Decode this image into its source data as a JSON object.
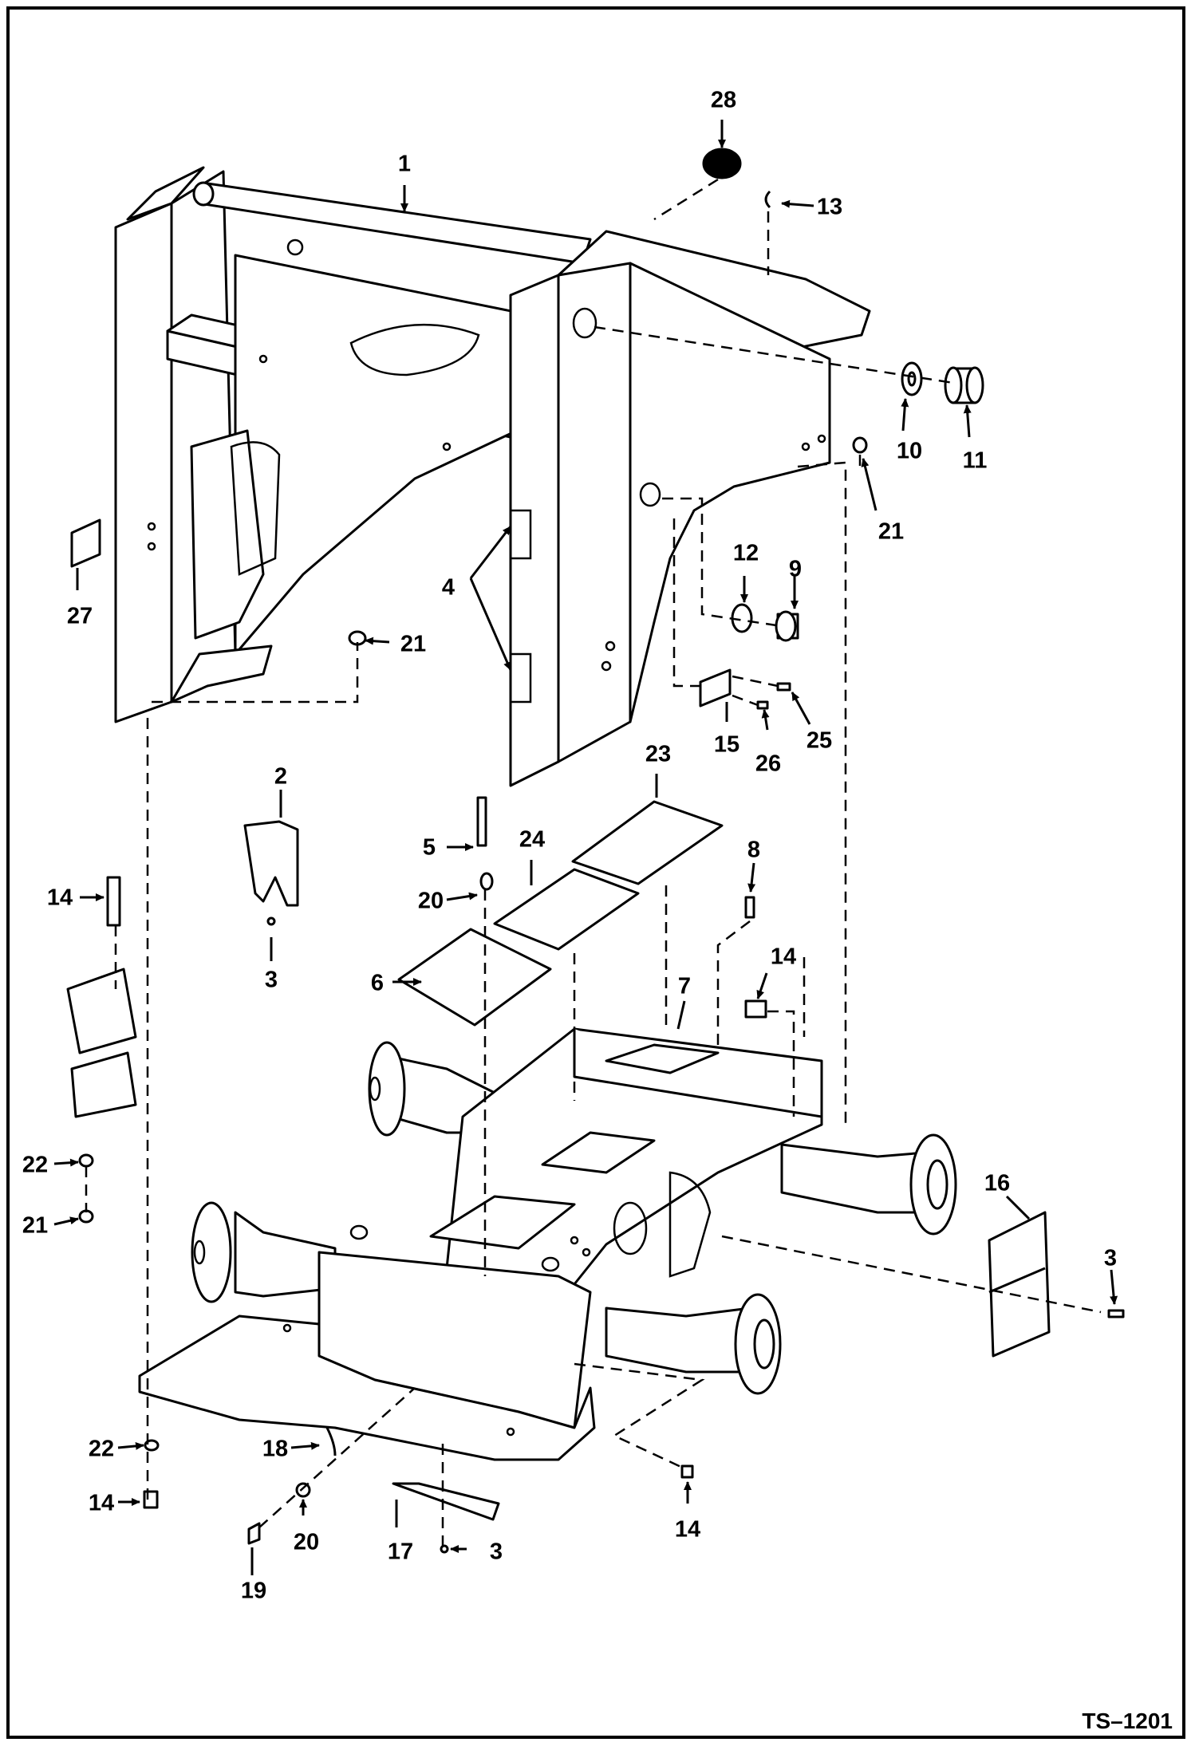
{
  "drawing_code": "TS–1201",
  "callouts": [
    "1",
    "2",
    "3",
    "4",
    "5",
    "6",
    "7",
    "8",
    "9",
    "10",
    "11",
    "12",
    "13",
    "14",
    "15",
    "16",
    "17",
    "18",
    "19",
    "20",
    "21",
    "22",
    "23",
    "24",
    "25",
    "26",
    "27",
    "28"
  ],
  "icons": {
    "main_frame": "loader-main-frame-drawing",
    "axle_frame": "axle-chassis-frame-drawing"
  }
}
